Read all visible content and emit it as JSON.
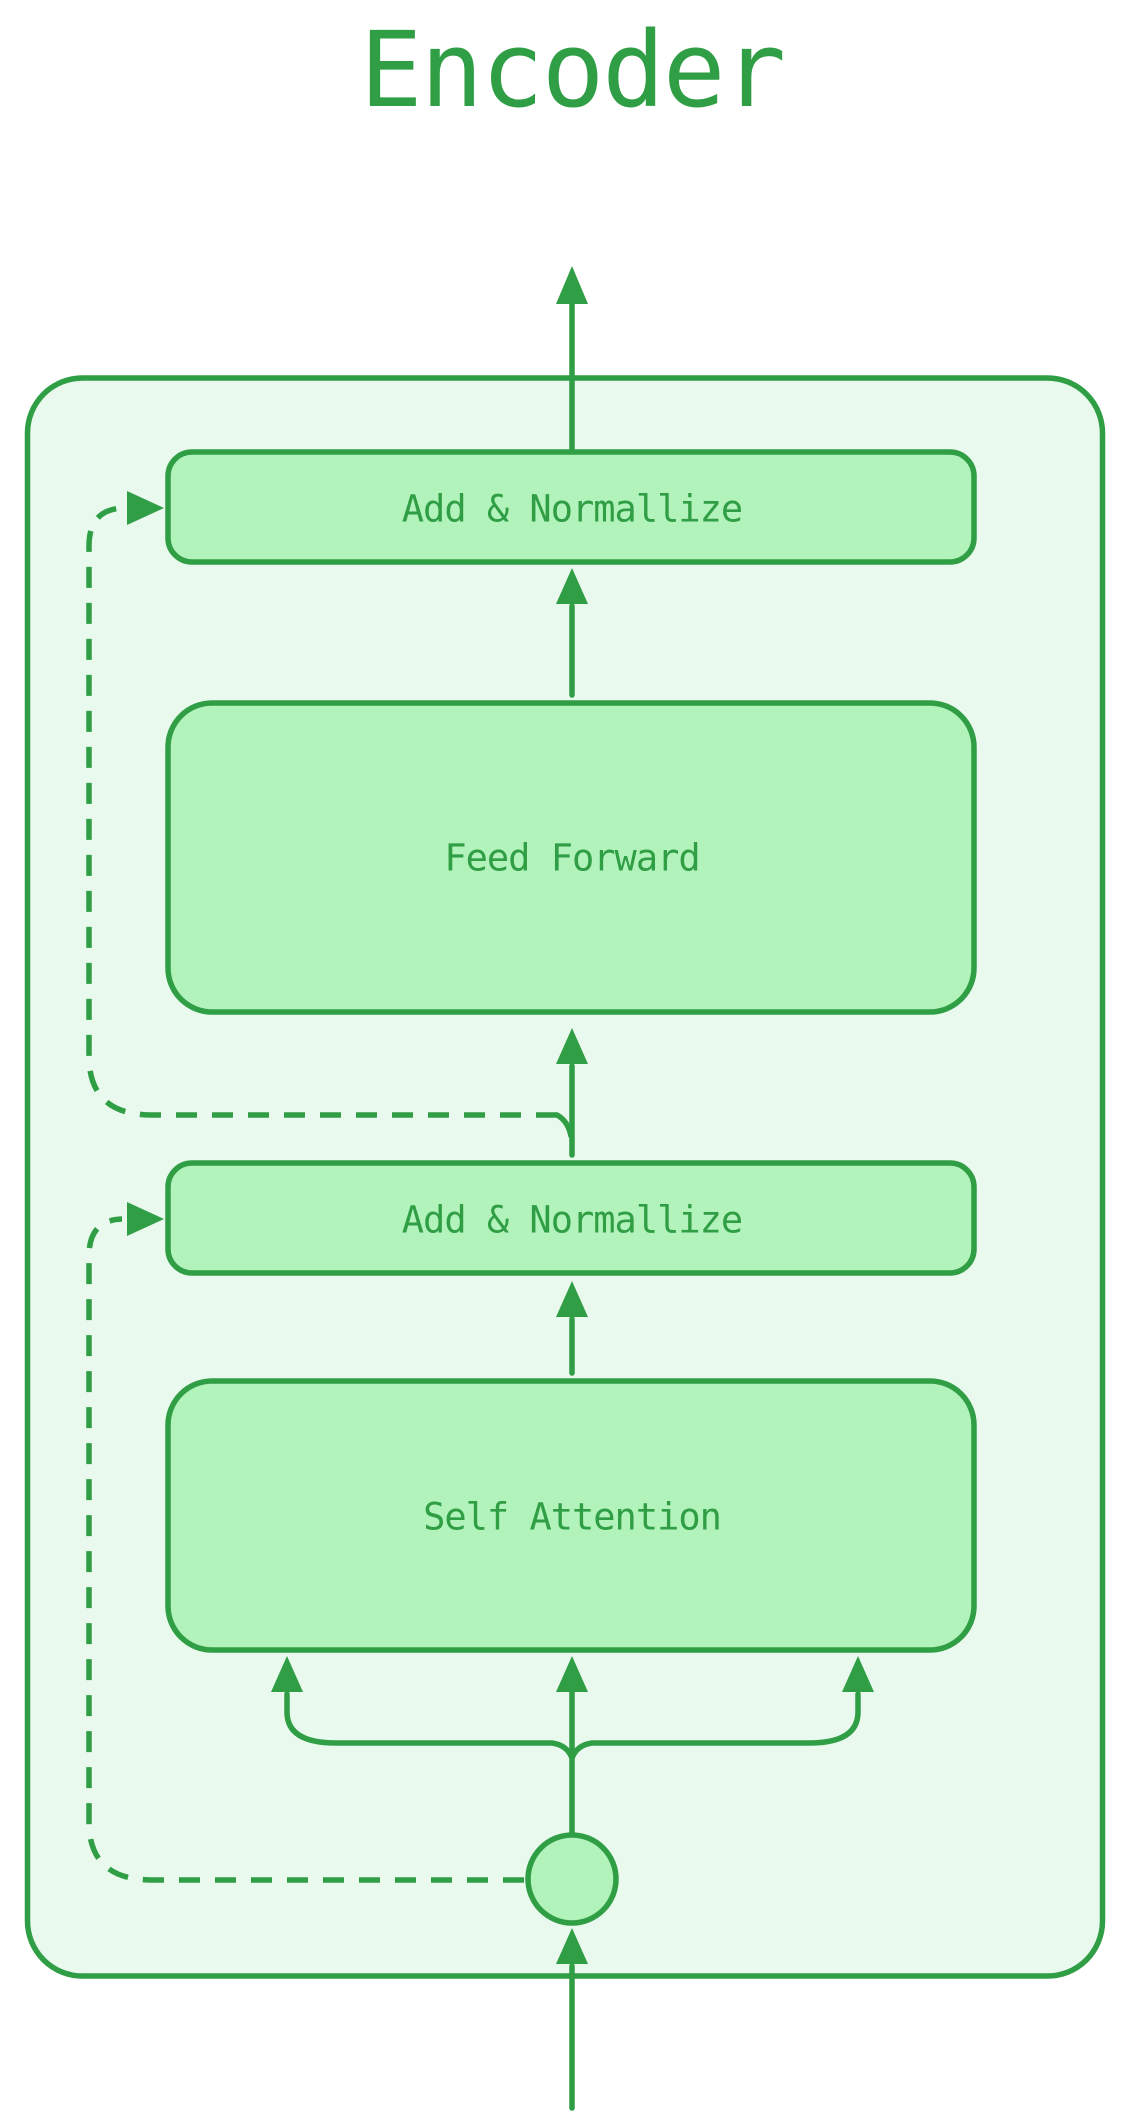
{
  "title": "Encoder",
  "theme": {
    "background": "#ffffff",
    "stroke_green": "#2f9e44",
    "box_fill_green": "#b2f2bb",
    "container_fill_green": "#e9f9ee",
    "text_green": "#2f9e44"
  },
  "encoder": {
    "blocks": [
      {
        "label": "Add & Normallize"
      },
      {
        "label": "Feed Forward"
      },
      {
        "label": "Add & Normallize"
      },
      {
        "label": "Self Attention"
      }
    ],
    "input_node": {
      "shape": "circle"
    },
    "edges": [
      {
        "from": "input-node",
        "to": "self-attention",
        "style": "solid",
        "note": "splits into three arrows"
      },
      {
        "from": "self-attention",
        "to": "add-normalize-bottom",
        "style": "solid"
      },
      {
        "from": "add-normalize-bottom",
        "to": "feed-forward",
        "style": "solid"
      },
      {
        "from": "feed-forward",
        "to": "add-normalize-top",
        "style": "solid"
      },
      {
        "from": "add-normalize-top",
        "to": "output",
        "style": "solid"
      },
      {
        "from": "input-node",
        "to": "add-normalize-bottom",
        "style": "dashed-residual"
      },
      {
        "from": "feed-forward-input",
        "to": "add-normalize-top",
        "style": "dashed-residual"
      },
      {
        "from": "below",
        "to": "input-node",
        "style": "solid"
      }
    ]
  }
}
